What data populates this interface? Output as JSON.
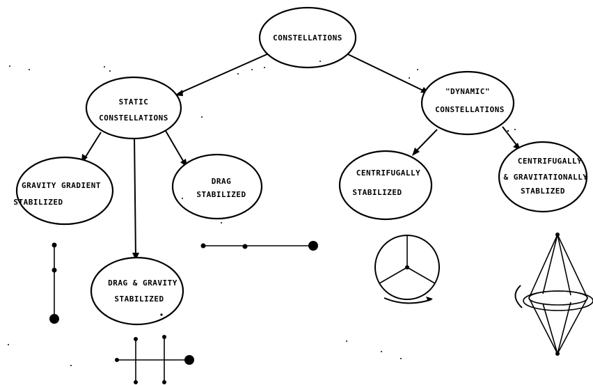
{
  "nodes": {
    "root": [
      "CONSTELLATIONS"
    ],
    "static": [
      "STATIC",
      "CONSTELLATIONS"
    ],
    "dynamic": [
      "\"DYNAMIC\"",
      "CONSTELLATIONS"
    ],
    "gravity_gradient": [
      "GRAVITY GRADIENT",
      "STABILIZED"
    ],
    "drag_gravity": [
      "DRAG & GRAVITY",
      "STABILIZED"
    ],
    "drag": [
      "DRAG",
      "STABILIZED"
    ],
    "centrifugal": [
      "CENTRIFUGALLY",
      "STABILIZED"
    ],
    "centrifugal_gravitational": [
      "CENTRIFUGALLY",
      "& GRAVITATIONALLY",
      "STABLIZED"
    ]
  }
}
